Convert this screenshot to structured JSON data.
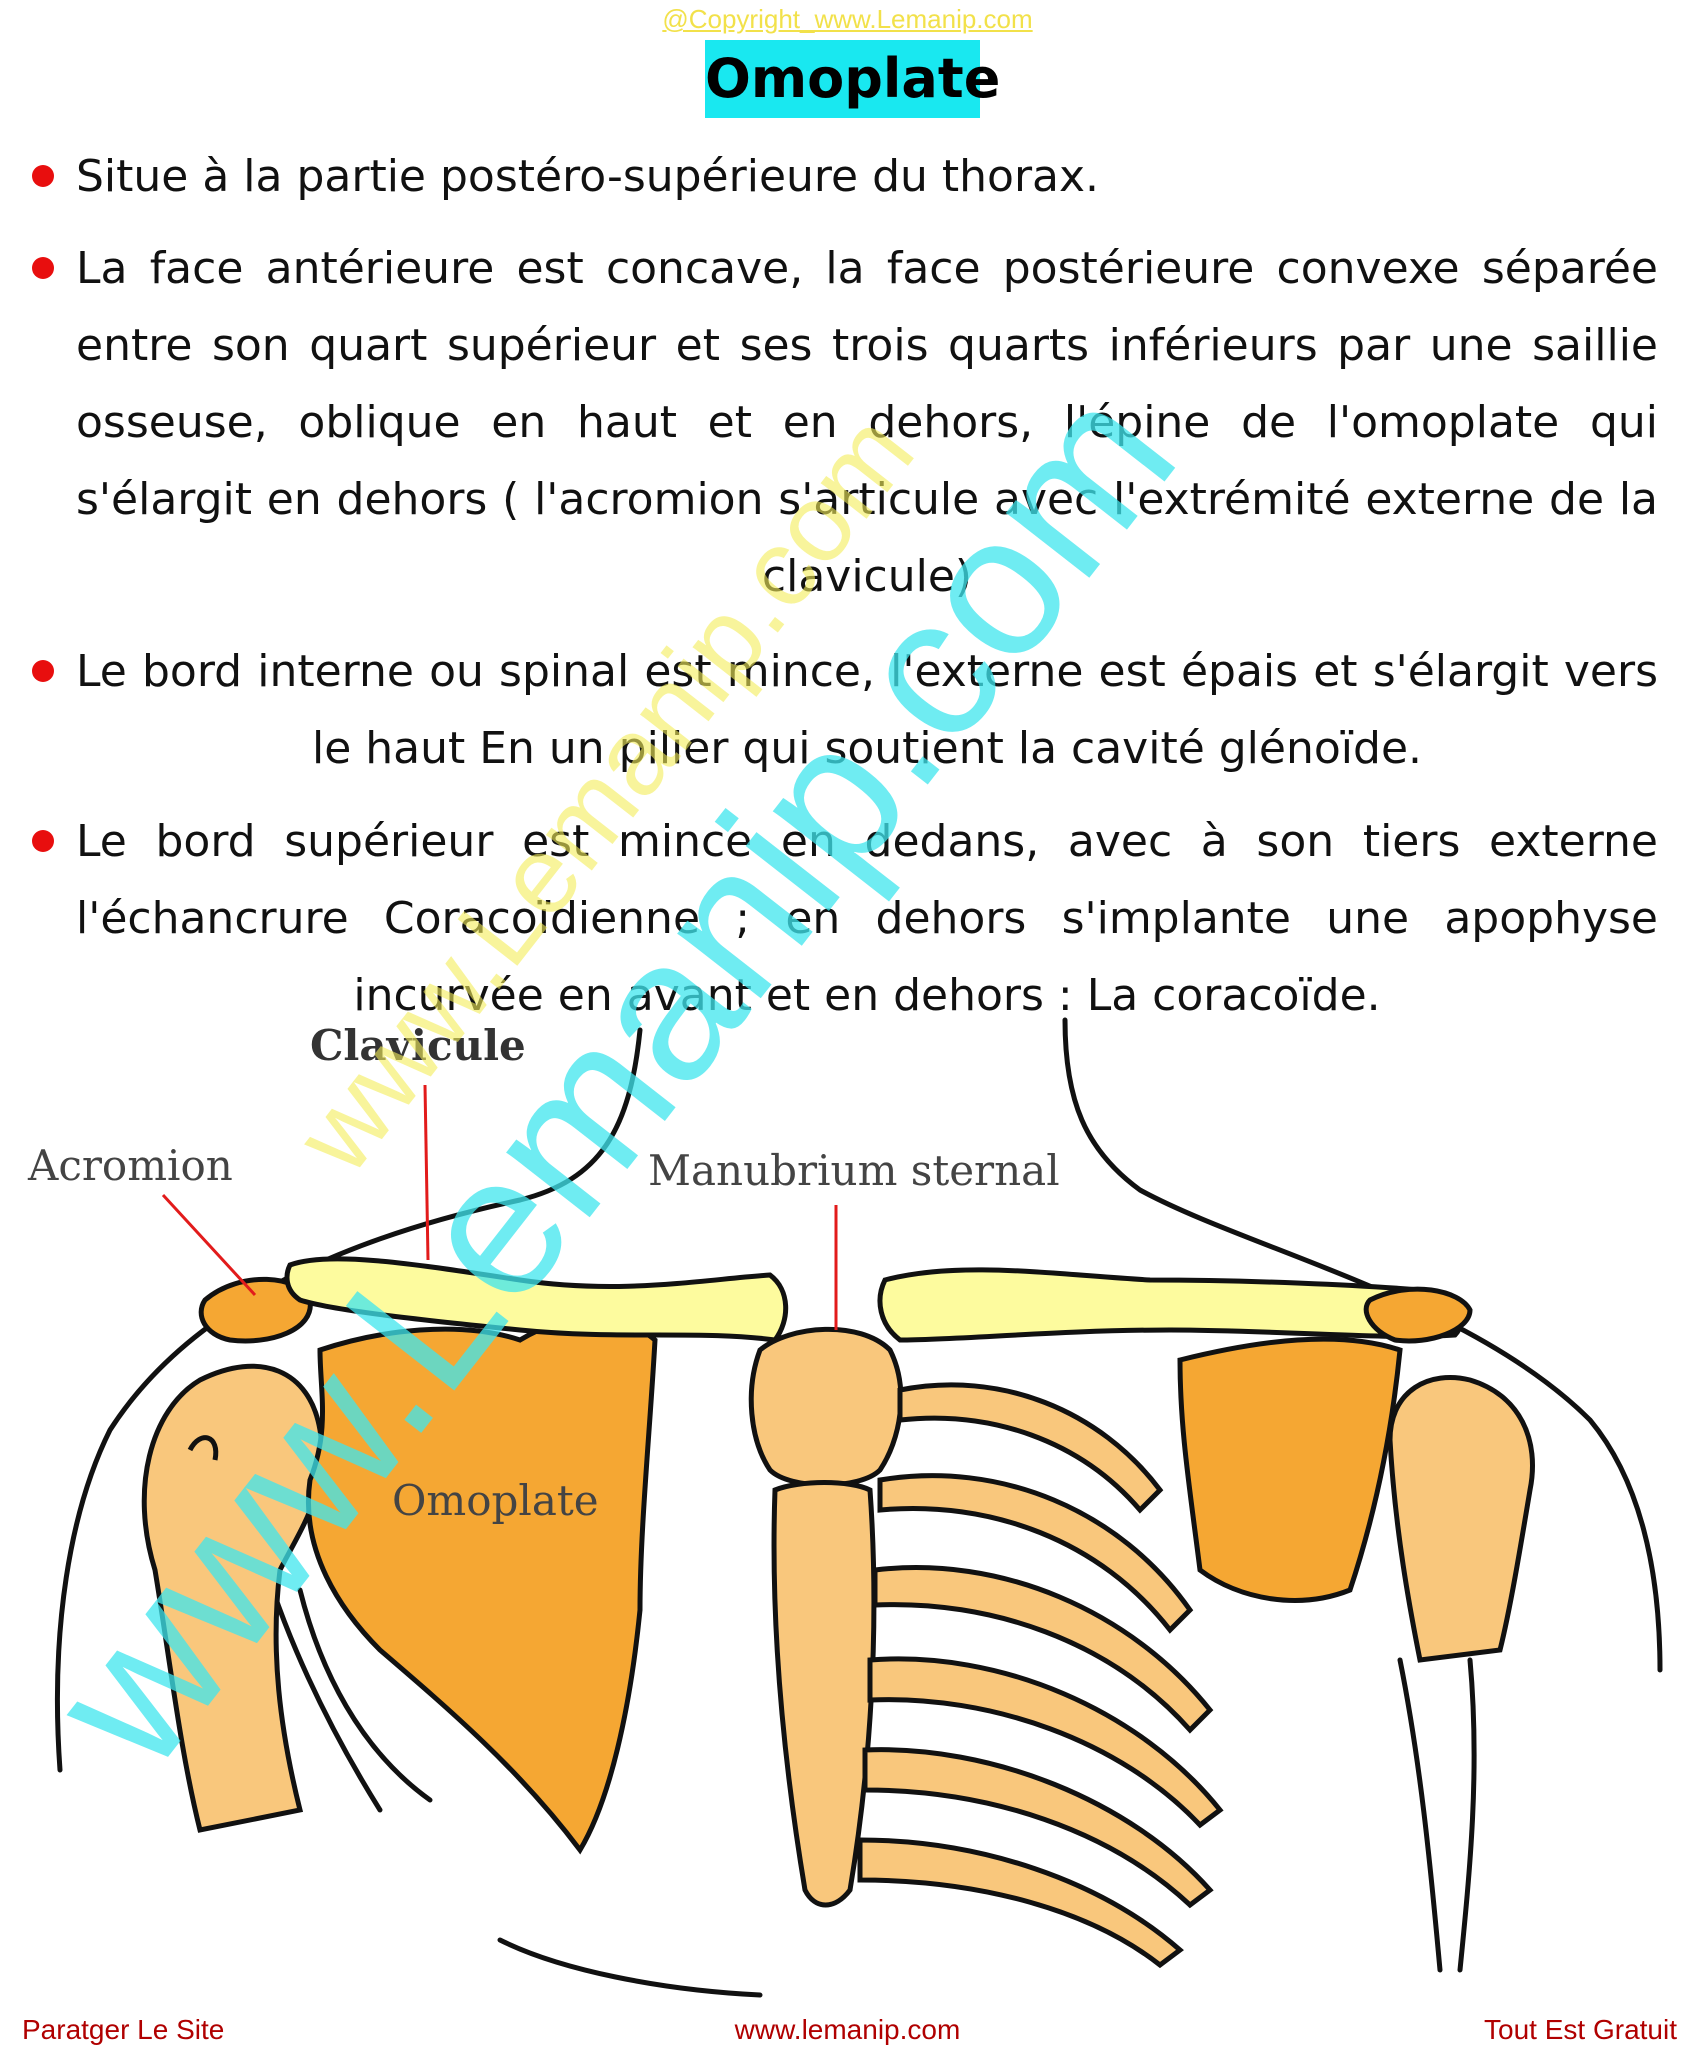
{
  "header": {
    "copyright": "@Copyright_www.Lemanip.com",
    "title": "Omoplate"
  },
  "bullets": [
    "Situe à la partie postéro-supérieure du thorax.",
    "La face antérieure est concave, la face postérieure convexe séparée entre son quart supérieur et ses trois quarts inférieurs par une saillie osseuse, oblique en haut et en dehors, l'épine de l'omoplate qui s'élargit en dehors ( l'acromion s'articule avec l'extrémité externe de la clavicule)",
    "Le bord interne ou spinal est mince, l'externe est épais et s'élargit vers le haut En un pilier qui soutient la cavité glénoïde.",
    "Le bord supérieur est mince en dedans, avec à son tiers externe l'échancrure Coracoïdienne ; en dehors s'implante une apophyse incurvée en avant et en dehors : La coracoïde."
  ],
  "figure_labels": {
    "clavicule": "Clavicule",
    "acromion": "Acromion",
    "manubrium": "Manubrium sternal",
    "omoplate": "Omoplate"
  },
  "colors": {
    "bone_orange": "#f5a733",
    "bone_light": "#f9c77c",
    "clavicle_yellow": "#fdfb9e",
    "title_bg": "#19e8f0",
    "bullet_red": "#e80e0e",
    "watermark_cyan": "#3fe6ee",
    "watermark_yellow": "#f4ee5a"
  },
  "watermarks": {
    "large": "www.Lemanip.com",
    "small": "www.Lemanip.com"
  },
  "footer": {
    "left": "Paratger Le Site",
    "center": "www.lemanip.com",
    "right": "Tout Est Gratuit"
  }
}
